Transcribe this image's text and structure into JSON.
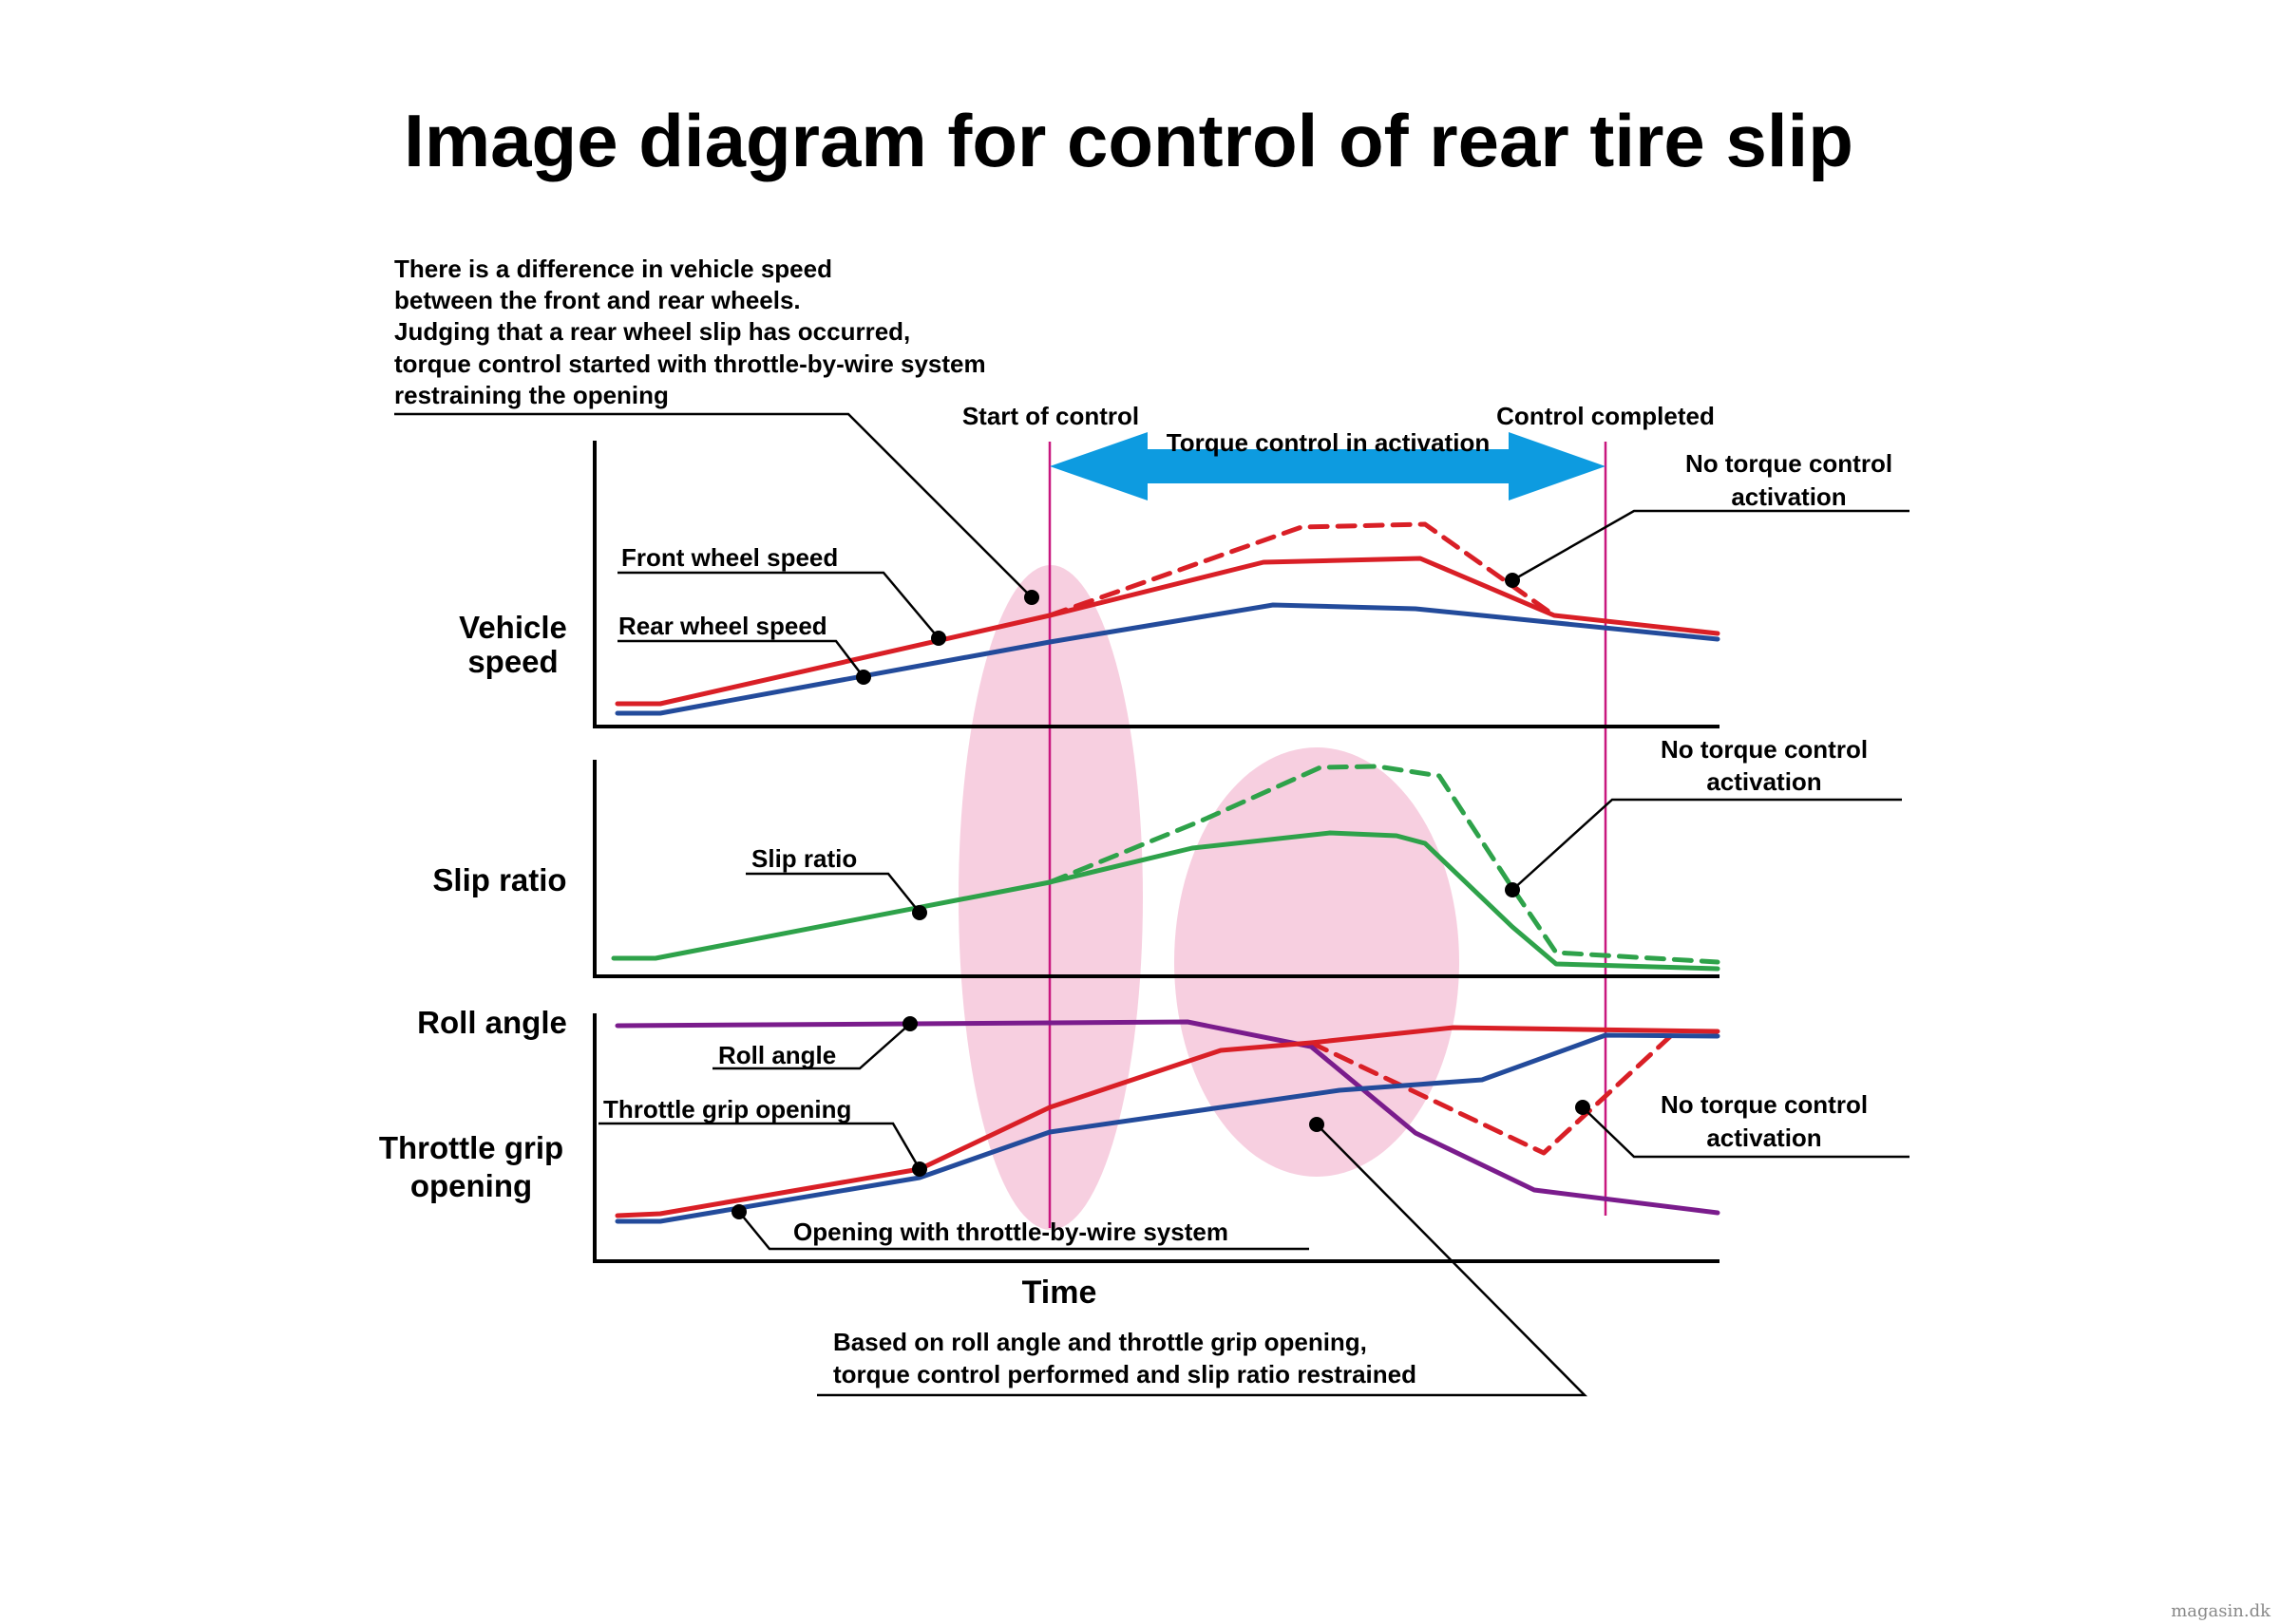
{
  "title": "Image diagram for control of rear tire slip",
  "top_note": [
    "There is a difference in vehicle speed",
    "between the front and rear wheels.",
    "Judging that a rear wheel slip has occurred,",
    "torque control started with throttle-by-wire system",
    "restraining the opening"
  ],
  "markers": {
    "start": "Start of control",
    "end": "Control completed",
    "active": "Torque control in activation"
  },
  "panels": {
    "vehicle_speed": [
      "Vehicle",
      "speed"
    ],
    "slip_ratio": "Slip ratio",
    "roll_angle": "Roll angle",
    "throttle": [
      "Throttle grip",
      "opening"
    ]
  },
  "callouts": {
    "front_wheel": "Front wheel speed",
    "rear_wheel": "Rear wheel speed",
    "slip": "Slip ratio",
    "roll": "Roll angle",
    "throttle_grip": "Throttle grip opening",
    "tbw_opening": "Opening with throttle-by-wire system",
    "no_control_1": [
      "No torque control",
      "activation"
    ],
    "no_control_2": [
      "No torque control",
      "activation"
    ],
    "no_control_3": [
      "No torque control",
      "activation"
    ]
  },
  "x_axis_label": "Time",
  "bottom_note": [
    "Based on roll angle and throttle grip opening,",
    "torque control performed and slip ratio restrained"
  ],
  "watermark": "magasin.dk",
  "colors": {
    "front": "#d91f26",
    "rear": "#234b9b",
    "slip": "#2ea24a",
    "roll": "#7a1c8c",
    "marker": "#c8177e",
    "arrow": "#0d9be0",
    "highlight": "#f7cfe0"
  }
}
